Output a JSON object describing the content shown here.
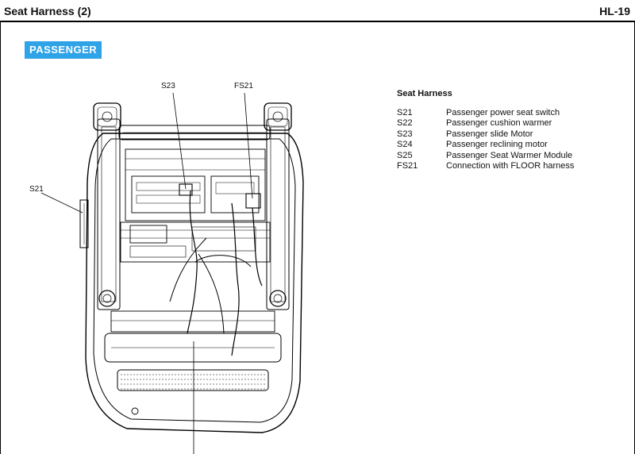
{
  "header": {
    "title": "Seat Harness (2)",
    "code": "HL-19"
  },
  "badge": {
    "label": "PASSENGER"
  },
  "legend": {
    "title": "Seat Harness",
    "items": [
      {
        "code": "S21",
        "desc": "Passenger power seat switch"
      },
      {
        "code": "S22",
        "desc": "Passenger cushion warmer"
      },
      {
        "code": "S23",
        "desc": "Passenger slide Motor"
      },
      {
        "code": "S24",
        "desc": "Passenger reclining motor"
      },
      {
        "code": "S25",
        "desc": "Passenger Seat Warmer Module"
      },
      {
        "code": "FS21",
        "desc": "Connection with FLOOR harness"
      }
    ]
  },
  "callouts": {
    "s23": "S23",
    "fs21": "FS21",
    "s21": "S21"
  },
  "colors": {
    "badge": "#2ea3e8",
    "line": "#000000"
  }
}
